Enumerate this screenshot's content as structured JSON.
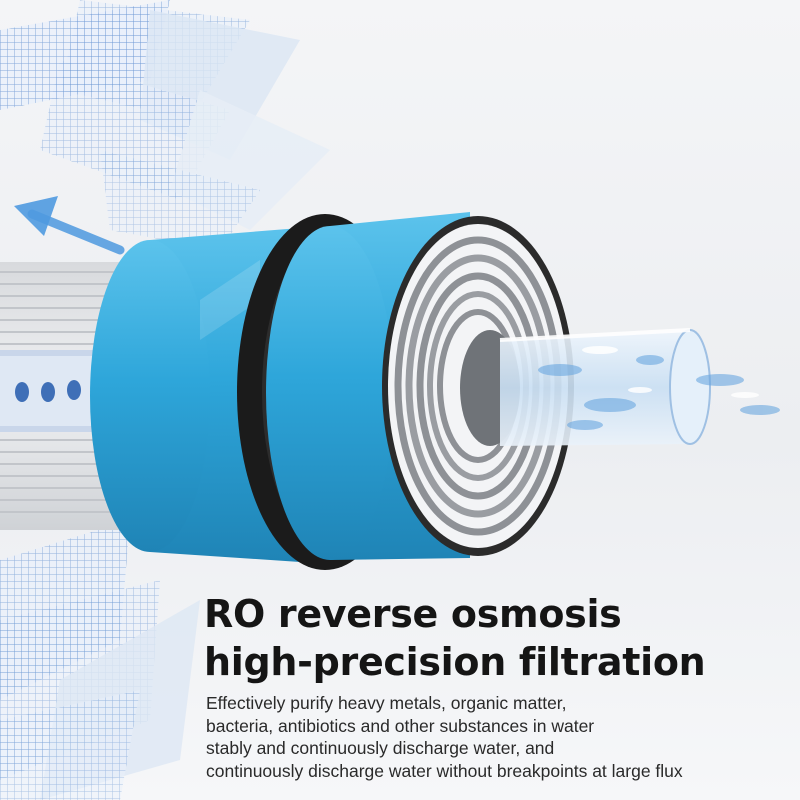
{
  "headline": {
    "line1": "RO reverse osmosis",
    "line2": "high-precision filtration"
  },
  "description": [
    "Effectively purify heavy metals, organic matter,",
    "bacteria, antibiotics and other substances in water",
    "stably and continuously discharge water, and",
    "continuously discharge water without breakpoints at large flux"
  ],
  "colors": {
    "cartridge_blue": "#2ea6da",
    "seal_ring": "#1b1b1b",
    "membrane_gray": "#b9bcc1",
    "text": "#151515"
  },
  "icons": [
    "flow-arrow-icon"
  ]
}
